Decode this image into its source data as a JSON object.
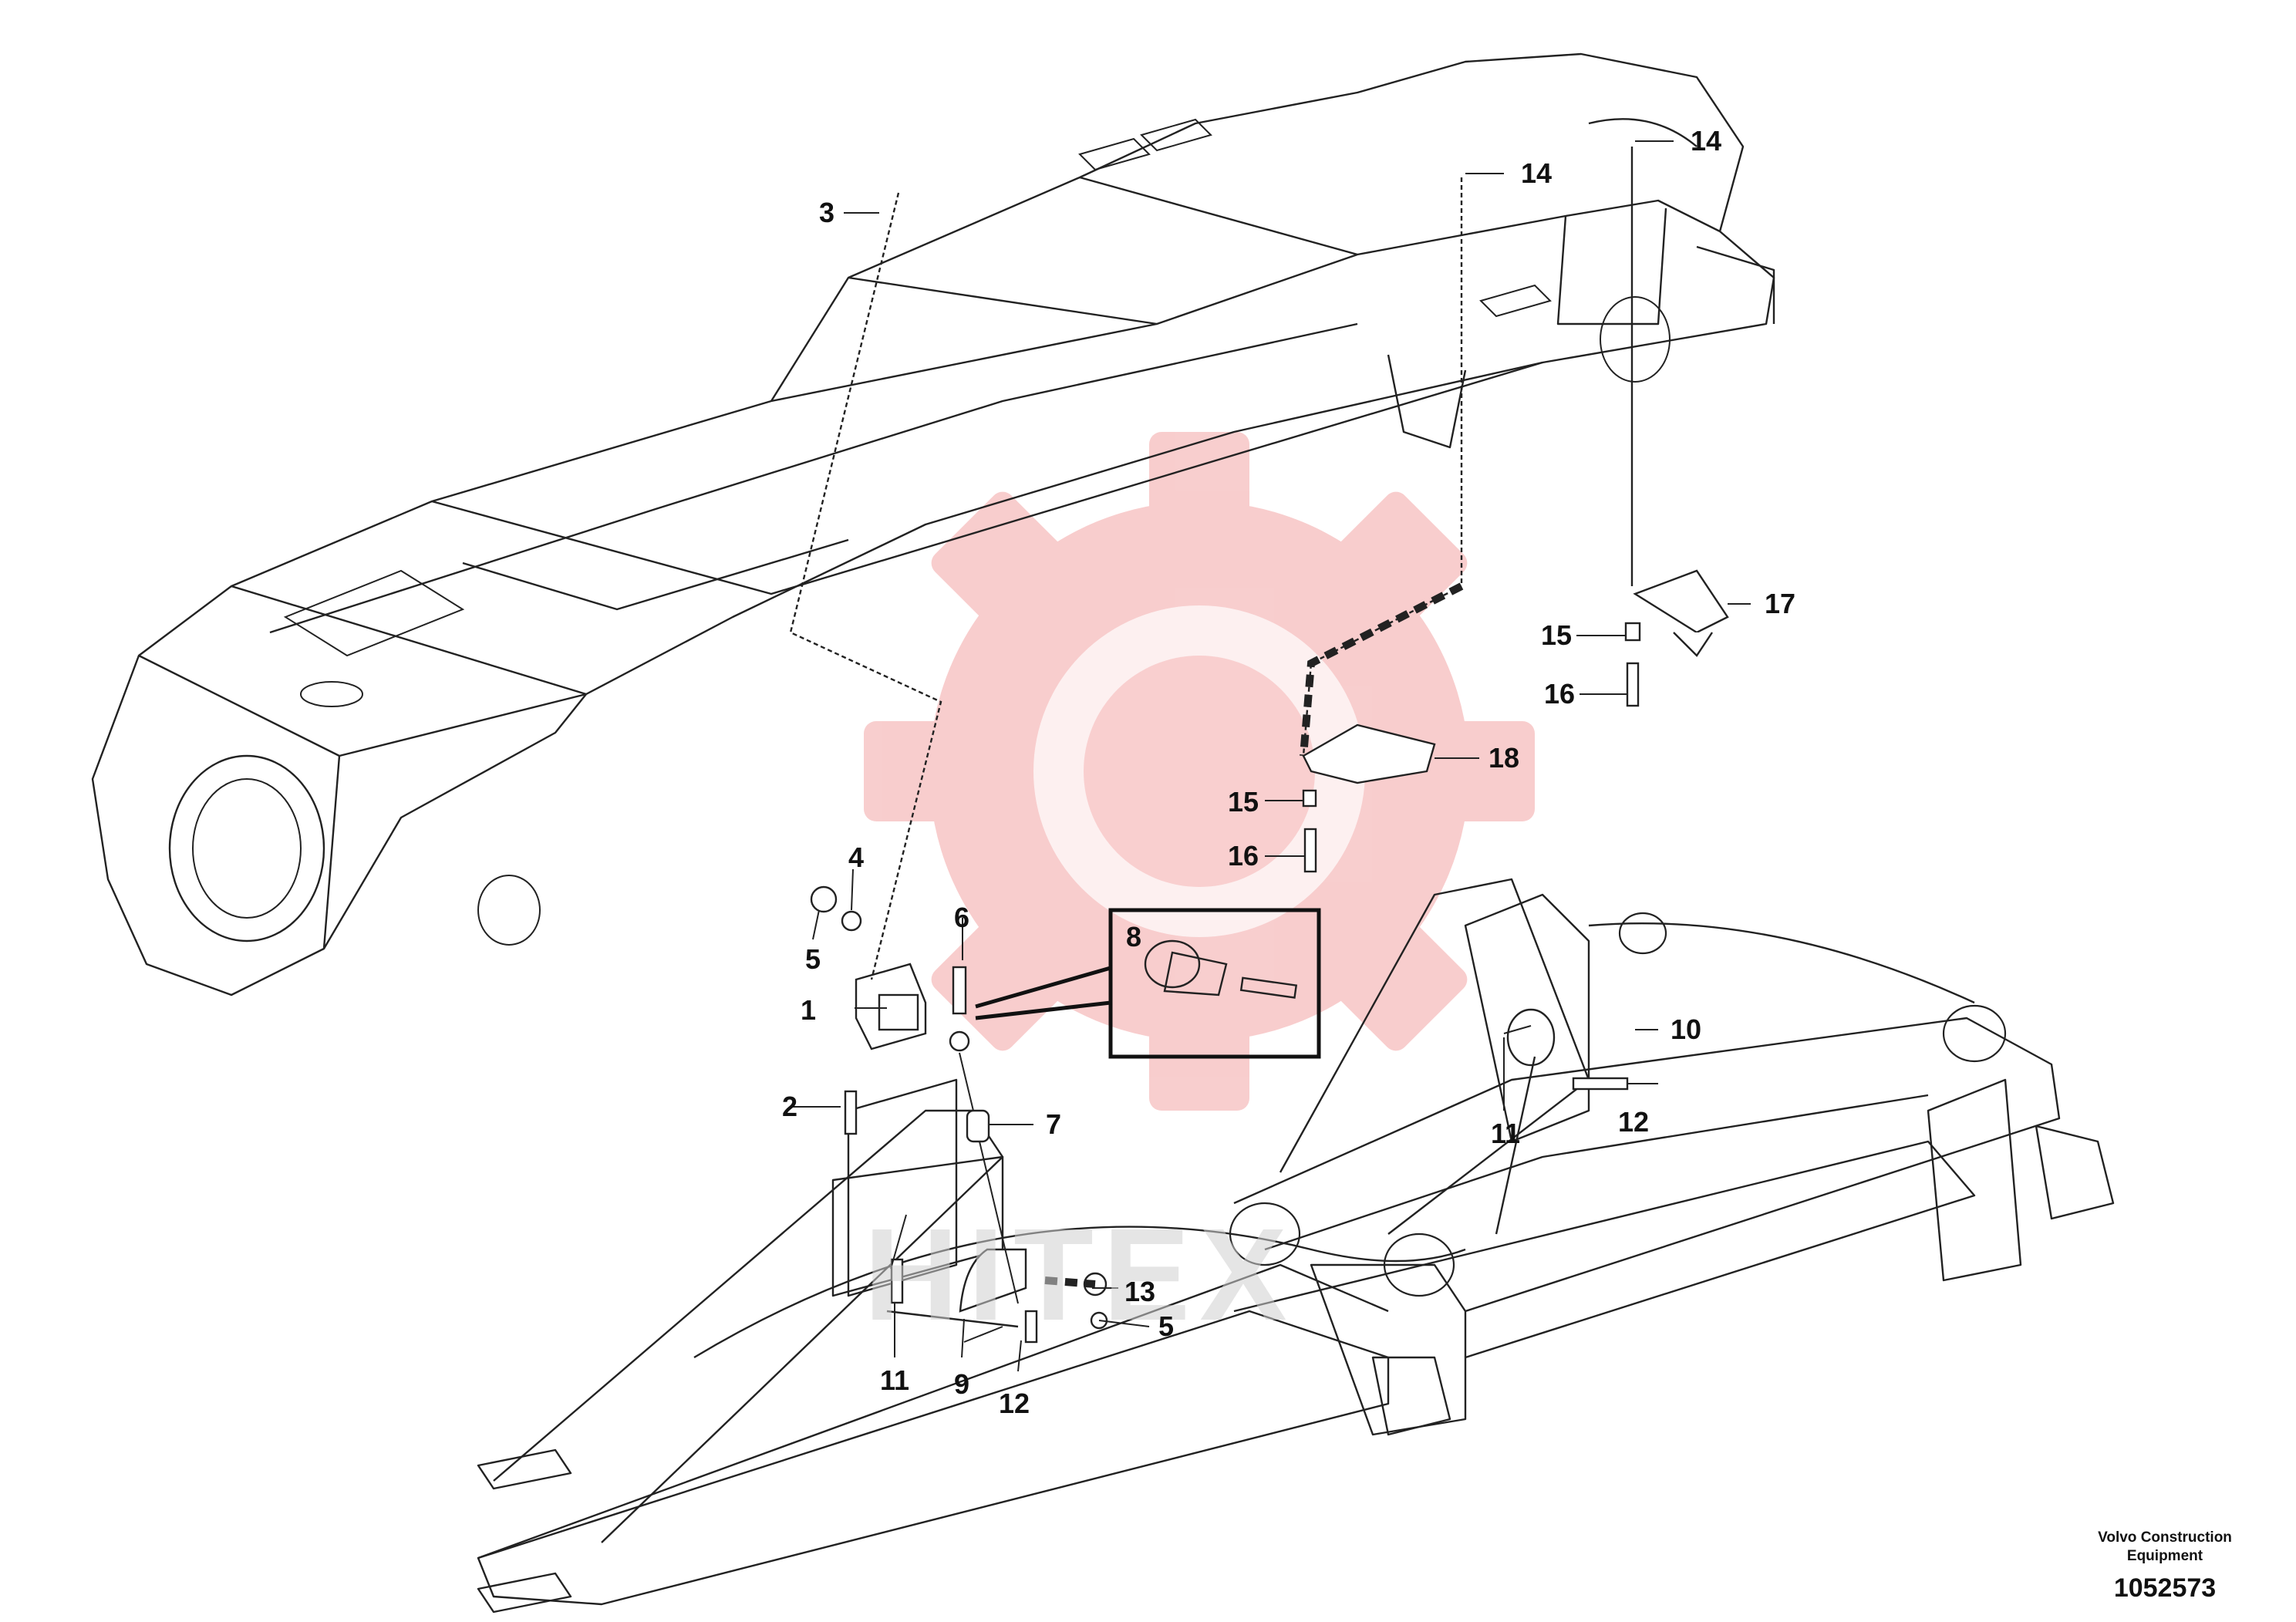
{
  "diagram": {
    "callouts": [
      "1",
      "2",
      "3",
      "4",
      "5",
      "5",
      "6",
      "7",
      "8",
      "9",
      "10",
      "11",
      "11",
      "12",
      "12",
      "13",
      "14",
      "14",
      "15",
      "15",
      "16",
      "16",
      "17",
      "18"
    ],
    "colors": {
      "line": "#222222",
      "watermark": "#f3a6a6",
      "detail_frame": "#111111"
    }
  },
  "footer": {
    "maker_line1": "Volvo Construction",
    "maker_line2": "Equipment",
    "drawing_number": "1052573"
  },
  "watermark": {
    "text": "HITEX",
    "logo": "gear-logo-icon"
  }
}
